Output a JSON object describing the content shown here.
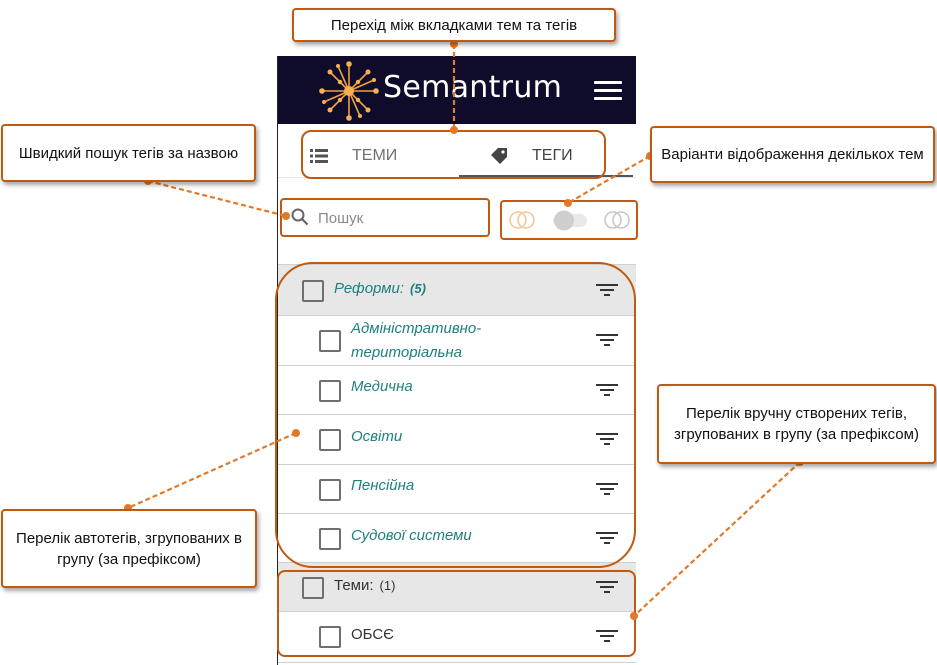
{
  "app": {
    "brand_name": "Semantrum",
    "brand_bg": "#0f0c2b"
  },
  "tabs": [
    {
      "label": "ТЕМИ",
      "icon": "list-icon",
      "active": false
    },
    {
      "label": "ТЕГИ",
      "icon": "tag-icon",
      "active": true
    }
  ],
  "search": {
    "placeholder": "Пошук"
  },
  "groups": [
    {
      "name": "Реформи:",
      "count": "(5)",
      "kind": "auto",
      "items": [
        "Адміністративно-територіальна",
        "Медична",
        "Освіти",
        "Пенсійна",
        "Судової системи"
      ]
    },
    {
      "name": "Теми:",
      "count": "(1)",
      "kind": "manual",
      "items": [
        "ОБСЄ"
      ]
    }
  ],
  "annotations": {
    "tabs_switch": "Перехід між вкладками тем та тегів",
    "quick_search": "Швидкий пошук тегів за назвою",
    "display_variants": "Варіанти відображення декількох тем",
    "manual_tags": "Перелік вручну створених тегів, згрупованих в групу (за префіксом)",
    "auto_tags": "Перелік автотегів, згрупованих в групу (за префіксом)"
  },
  "colors": {
    "accent_orange": "#c05a10",
    "auto_tag_text": "#1e8080",
    "group_bg": "#e7e7e7"
  }
}
